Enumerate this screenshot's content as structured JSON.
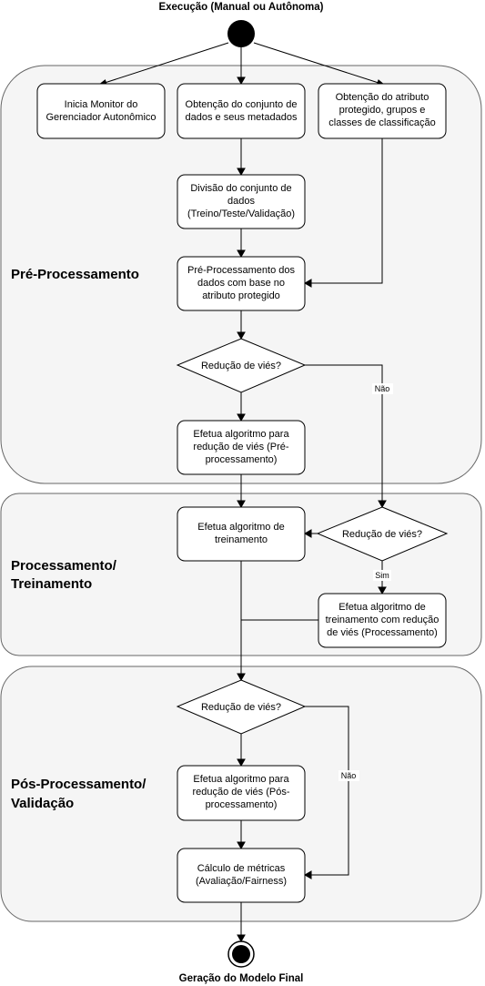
{
  "start_label": "Execução (Manual ou Autônoma)",
  "end_label": "Geração do Modelo Final",
  "lanes": {
    "pre": [
      "Pré-Processamento"
    ],
    "proc": [
      "Processamento/",
      "Treinamento"
    ],
    "pos": [
      "Pós-Processamento/",
      "Validação"
    ]
  },
  "nodes": {
    "monitor": [
      "Inicia Monitor do",
      "Gerenciador Autonômico"
    ],
    "obtencao_dados": [
      "Obtenção do conjunto de",
      "dados e seus metadados"
    ],
    "obtencao_atributo": [
      "Obtenção do atributo",
      "protegido, grupos e",
      "classes de classificação"
    ],
    "divisao": [
      "Divisão do conjunto de",
      "dados",
      "(Treino/Teste/Validação)"
    ],
    "preproc": [
      "Pré-Processamento dos",
      "dados com base no",
      "atributo protegido"
    ],
    "decisao_pre": [
      "Redução de viés?"
    ],
    "alg_pre": [
      "Efetua algoritmo para",
      "redução de viés (Pré-",
      "processamento)"
    ],
    "treinamento": [
      "Efetua algoritmo de",
      "treinamento"
    ],
    "decisao_proc": [
      "Redução de viés?"
    ],
    "alg_proc": [
      "Efetua algoritmo de",
      "treinamento com redução",
      "de viés (Processamento)"
    ],
    "decisao_pos": [
      "Redução de viés?"
    ],
    "alg_pos": [
      "Efetua algoritmo para",
      "redução de viés (Pós-",
      "processamento)"
    ],
    "metricas": [
      "Cálculo de métricas",
      "(Avaliação/Fairness)"
    ]
  },
  "edge_labels": {
    "nao_pre": "Não",
    "sim_proc": "Sim",
    "nao_pos": "Não"
  }
}
